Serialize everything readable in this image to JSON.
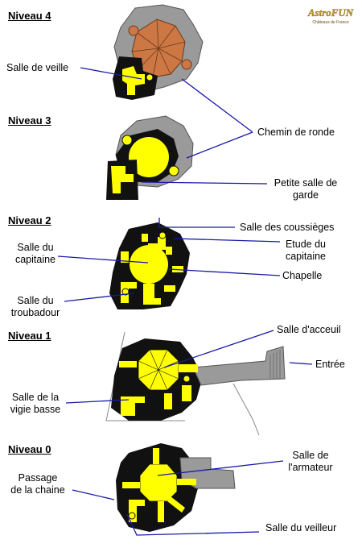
{
  "levels": {
    "l4": "Niveau 4",
    "l3": "Niveau 3",
    "l2": "Niveau 2",
    "l1": "Niveau 1",
    "l0": "Niveau 0"
  },
  "labels": {
    "salle_veille": "Salle de veille",
    "chemin_ronde": "Chemin de ronde",
    "petite_salle_1": "Petite salle de",
    "petite_salle_2": "garde",
    "coussieges": "Salle des coussièges",
    "etude_1": "Etude du",
    "etude_2": "capitaine",
    "capitaine_1": "Salle du",
    "capitaine_2": "capitaine",
    "chapelle": "Chapelle",
    "troubadour_1": "Salle du",
    "troubadour_2": "troubadour",
    "acceuil": "Salle d'acceuil",
    "entree": "Entrée",
    "vigie_1": "Salle de la",
    "vigie_2": "vigie basse",
    "armateur_1": "Salle de",
    "armateur_2": "l'armateur",
    "passage_1": "Passage",
    "passage_2": "de la chaine",
    "veilleur": "Salle du veilleur"
  },
  "logo": {
    "name": "AstroFUN",
    "tagline": "Châteaux de France"
  },
  "colors": {
    "room_fill": "#ffff00",
    "wall_fill": "#111111",
    "terrace_fill": "#9a9a9a",
    "roof_fill": "#cc7744",
    "leader_line": "#1a1aa8"
  }
}
